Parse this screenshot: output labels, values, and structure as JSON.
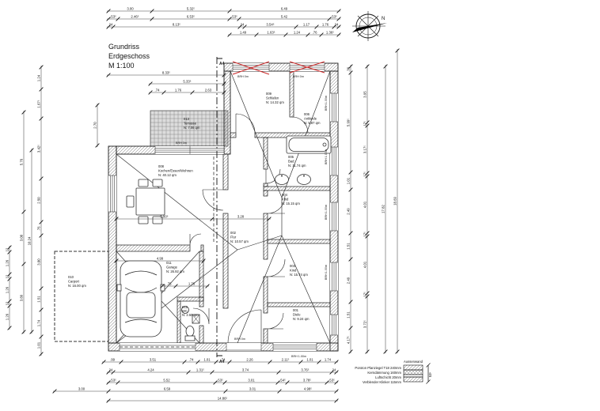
{
  "title": {
    "line1": "Grundriss",
    "line2": "Erdgeschoss",
    "line3": "M 1:100"
  },
  "compass": {
    "label": "N"
  },
  "section": {
    "top": "A4",
    "bottom": "A4"
  },
  "brh": {
    "zero": "BRH 0m",
    "one": "BRH 1.00m"
  },
  "rooms": [
    {
      "id": "013",
      "name": "Terrasse",
      "area": "N: 7.06 qm"
    },
    {
      "id": "008",
      "name": "Kochen/Essen/Wohnen",
      "area": "N: 40.12 qm"
    },
    {
      "id": "009",
      "name": "Schlafen",
      "area": "N: 14.32 qm"
    },
    {
      "id": "006",
      "name": "Ankleide",
      "area": "N: 5.87 qm"
    },
    {
      "id": "005",
      "name": "Bad",
      "area": "N: 11.74 qm"
    },
    {
      "id": "004",
      "name": "Kind",
      "area": "N: 15.15 qm"
    },
    {
      "id": "003",
      "name": "Kind",
      "area": "N: 15.74 qm"
    },
    {
      "id": "001",
      "name": "Diele",
      "area": "N: 9.24 qm"
    },
    {
      "id": "002",
      "name": "Flur",
      "area": "N: 10.57 qm"
    },
    {
      "id": "011",
      "name": "Garage",
      "area": "N: 26.92 qm"
    },
    {
      "id": "010",
      "name": "Carport",
      "area": "N: 16.00 qm"
    },
    {
      "id": "012",
      "name": "WC",
      "area": "N: 2.50 qm"
    }
  ],
  "legend": {
    "title": "Aussenwand",
    "lines": [
      "Poroton Planziegel T18 240mm",
      "Kerndämmung 160mm",
      "Luftschicht 20mm",
      "Verblender Klinker 115mm"
    ],
    "dim": "53⁵"
  },
  "dims": {
    "t1": [
      "3.00",
      "5.32⁵",
      "6.49"
    ],
    "t2": [
      ".53⁵",
      "2.46⁵",
      "6.53⁵",
      ".53⁵",
      "5.42",
      ".53⁵"
    ],
    "t3": [
      "24",
      "8.13⁵",
      "24",
      "3.54⁵",
      "1.17",
      "1.76",
      "24"
    ],
    "t4": [
      "1.49",
      "1.63⁵",
      "1.24",
      ".76",
      "1.36⁵"
    ],
    "tt1": [
      "8.33⁵"
    ],
    "tt2": [
      "5.33⁵"
    ],
    "tt3": [
      ".74",
      "1.76",
      "2.63"
    ],
    "b1": [
      ".99",
      "3.51",
      ".74",
      "1.01",
      ".74",
      "2.26",
      "2.11⁵",
      "1.01",
      "1.74"
    ],
    "b2": [
      "24",
      "4.24",
      "1.31⁵",
      "3.74",
      "3.76⁵",
      "24"
    ],
    "b3": [
      ".53⁵",
      "5.52",
      ".53⁵",
      "3.01",
      ".54⁵",
      "3.78⁵",
      ".53⁵"
    ],
    "b4": [
      "3.00",
      "6.59",
      "3.01",
      "4.98⁵"
    ],
    "b5": [
      "14.86⁵"
    ],
    "l1": [
      "12",
      "1.26",
      "12",
      "1.26",
      "12",
      "1.26"
    ],
    "l2": [
      "5.76",
      "3.00",
      "3.89"
    ],
    "l3": [
      "1.24",
      "1.67⁵",
      "3.42⁵",
      "2.50",
      ".76",
      "3.00",
      "1.51",
      "1.74",
      "1.01"
    ],
    "l4": [
      "10.24"
    ],
    "lv1": [
      "2.70"
    ],
    "r1": [
      ".36",
      "5.99⁵",
      "1.01",
      "2.49",
      "1.51",
      "2.49",
      "1.51",
      "4.17⁵"
    ],
    "r2": [
      "3.95",
      ".17⁵",
      "3.17⁵",
      ".17⁵",
      "4.01",
      ".17⁵",
      "4.01",
      ".17⁵",
      "3.72⁵"
    ],
    "r3": [
      "17.82"
    ],
    "r4": [
      "18.69"
    ],
    "iv1": [
      "5.80⁵",
      "3.28"
    ],
    "ig1": [
      "4.99"
    ],
    "ig2": [
      ".75",
      "1.76"
    ]
  }
}
